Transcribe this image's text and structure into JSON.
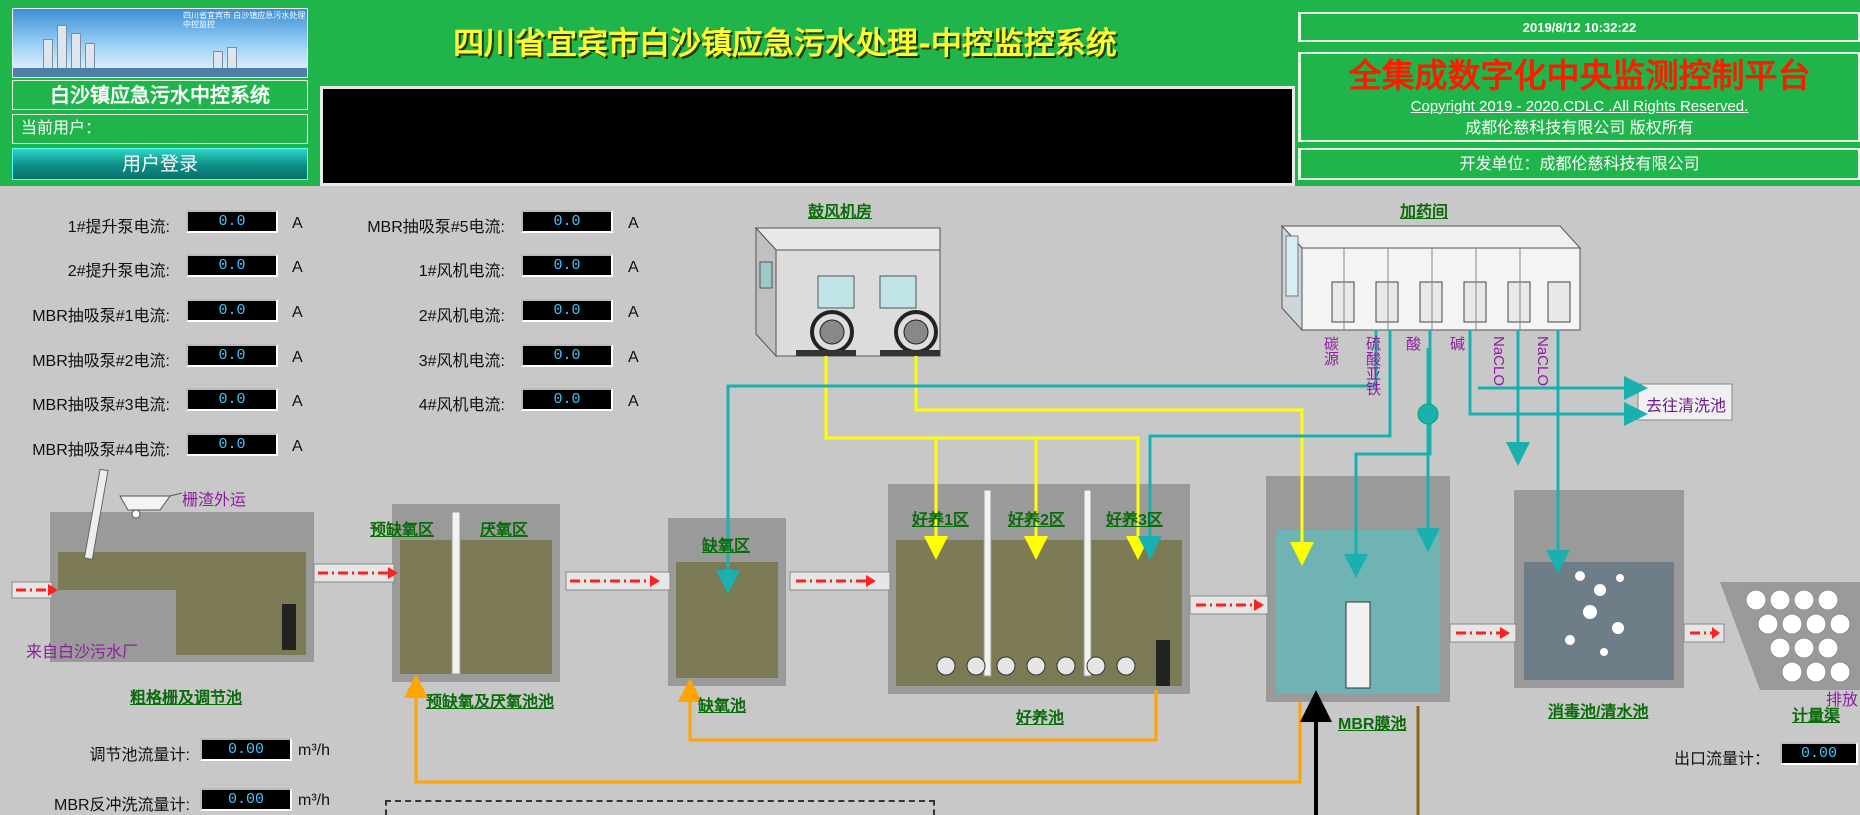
{
  "header": {
    "logo_text": "四川省宜宾市 白沙镇应急污水处理 中控监控",
    "system_name": "白沙镇应急污水中控系统",
    "current_user_label": "当前用户：",
    "login_button": "用户登录",
    "main_title": "四川省宜宾市白沙镇应急污水处理-中控监控系统",
    "datetime": "2019/8/12 10:32:22",
    "platform_title": "全集成数字化中央监测控制平台",
    "copyright": "Copyright 2019 - 2020.CDLC .All Rights Reserved.",
    "company": "成都伦慈科技有限公司 版权所有",
    "developer": "开发单位：成都伦慈科技有限公司"
  },
  "meters_left": [
    {
      "label": "1#提升泵电流:",
      "value": "0.0",
      "unit": "A"
    },
    {
      "label": "2#提升泵电流:",
      "value": "0.0",
      "unit": "A"
    },
    {
      "label": "MBR抽吸泵#1电流:",
      "value": "0.0",
      "unit": "A"
    },
    {
      "label": "MBR抽吸泵#2电流:",
      "value": "0.0",
      "unit": "A"
    },
    {
      "label": "MBR抽吸泵#3电流:",
      "value": "0.0",
      "unit": "A"
    },
    {
      "label": "MBR抽吸泵#4电流:",
      "value": "0.0",
      "unit": "A"
    }
  ],
  "meters_right": [
    {
      "label": "MBR抽吸泵#5电流:",
      "value": "0.0",
      "unit": "A"
    },
    {
      "label": "1#风机电流:",
      "value": "0.0",
      "unit": "A"
    },
    {
      "label": "2#风机电流:",
      "value": "0.0",
      "unit": "A"
    },
    {
      "label": "3#风机电流:",
      "value": "0.0",
      "unit": "A"
    },
    {
      "label": "4#风机电流:",
      "value": "0.0",
      "unit": "A"
    }
  ],
  "flow_meters": [
    {
      "label": "调节池流量计:",
      "value": "0.00",
      "unit": "m³/h"
    },
    {
      "label": "MBR反冲洗流量计:",
      "value": "0.00",
      "unit": "m³/h"
    }
  ],
  "outlet_meter": {
    "label": "出口流量计：",
    "value": "0.00"
  },
  "process": {
    "blower_room": "鼓风机房",
    "dosing_room": "加药间",
    "chemicals": [
      "碳源",
      "硫酸亚铁",
      "酸",
      "碱",
      "NaCLO",
      "NaCLO"
    ],
    "to_clean_tank": "去往清洗池",
    "screenings_out": "栅渣外运",
    "source": "来自白沙污水厂",
    "coarse_screen": "粗格栅及调节池",
    "pre_anoxic": "预缺氧区",
    "anaerobic": "厌氧区",
    "pre_anoxic_tank": "预缺氧及厌氧池池",
    "anoxic_zone": "缺氧区",
    "anoxic_tank": "缺氧池",
    "aerobic1": "好养1区",
    "aerobic2": "好养2区",
    "aerobic3": "好养3区",
    "aerobic_tank": "好养池",
    "mbr_tank": "MBR膜池",
    "disinfect": "消毒池/清水池",
    "meter_trough": "计量渠",
    "discharge": "排放"
  },
  "colors": {
    "header_green": "#1fb54a",
    "teal_pipe": "#1ab0b0",
    "yellow_pipe": "#ffff00",
    "orange_pipe": "#ffa500",
    "value_cyan": "#3fc6ff"
  }
}
